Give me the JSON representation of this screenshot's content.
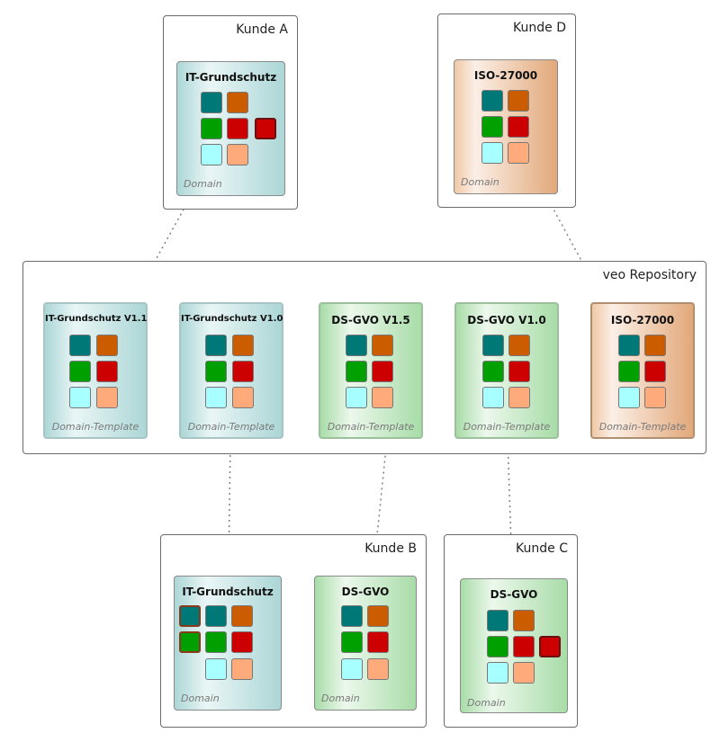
{
  "groups": {
    "kunde_a": "Kunde A",
    "kunde_d": "Kunde D",
    "repository": "veo Repository",
    "kunde_b": "Kunde B",
    "kunde_c": "Kunde C"
  },
  "domains": {
    "a_it": {
      "title": "IT-Grundschutz",
      "footer": "Domain"
    },
    "d_iso": {
      "title": "ISO-27000",
      "footer": "Domain"
    },
    "b_it": {
      "title": "IT-Grundschutz",
      "footer": "Domain"
    },
    "b_dsgvo": {
      "title": "DS-GVO",
      "footer": "Domain"
    },
    "c_dsgvo": {
      "title": "DS-GVO",
      "footer": "Domain"
    }
  },
  "templates": [
    {
      "title": "IT-Grundschutz V1.1",
      "footer": "Domain-Template"
    },
    {
      "title": "IT-Grundschutz V1.0",
      "footer": "Domain-Template"
    },
    {
      "title": "DS-GVO V1.5",
      "footer": "Domain-Template"
    },
    {
      "title": "DS-GVO V1.0",
      "footer": "Domain-Template"
    },
    {
      "title": "ISO-27000",
      "footer": "Domain-Template"
    }
  ],
  "colors": {
    "teal": "#007878",
    "orange": "#cc5c00",
    "green": "#00a000",
    "red": "#cc0000",
    "cyan": "#a8ffff",
    "peach": "#ffaa7a",
    "arrow": "#808080"
  }
}
